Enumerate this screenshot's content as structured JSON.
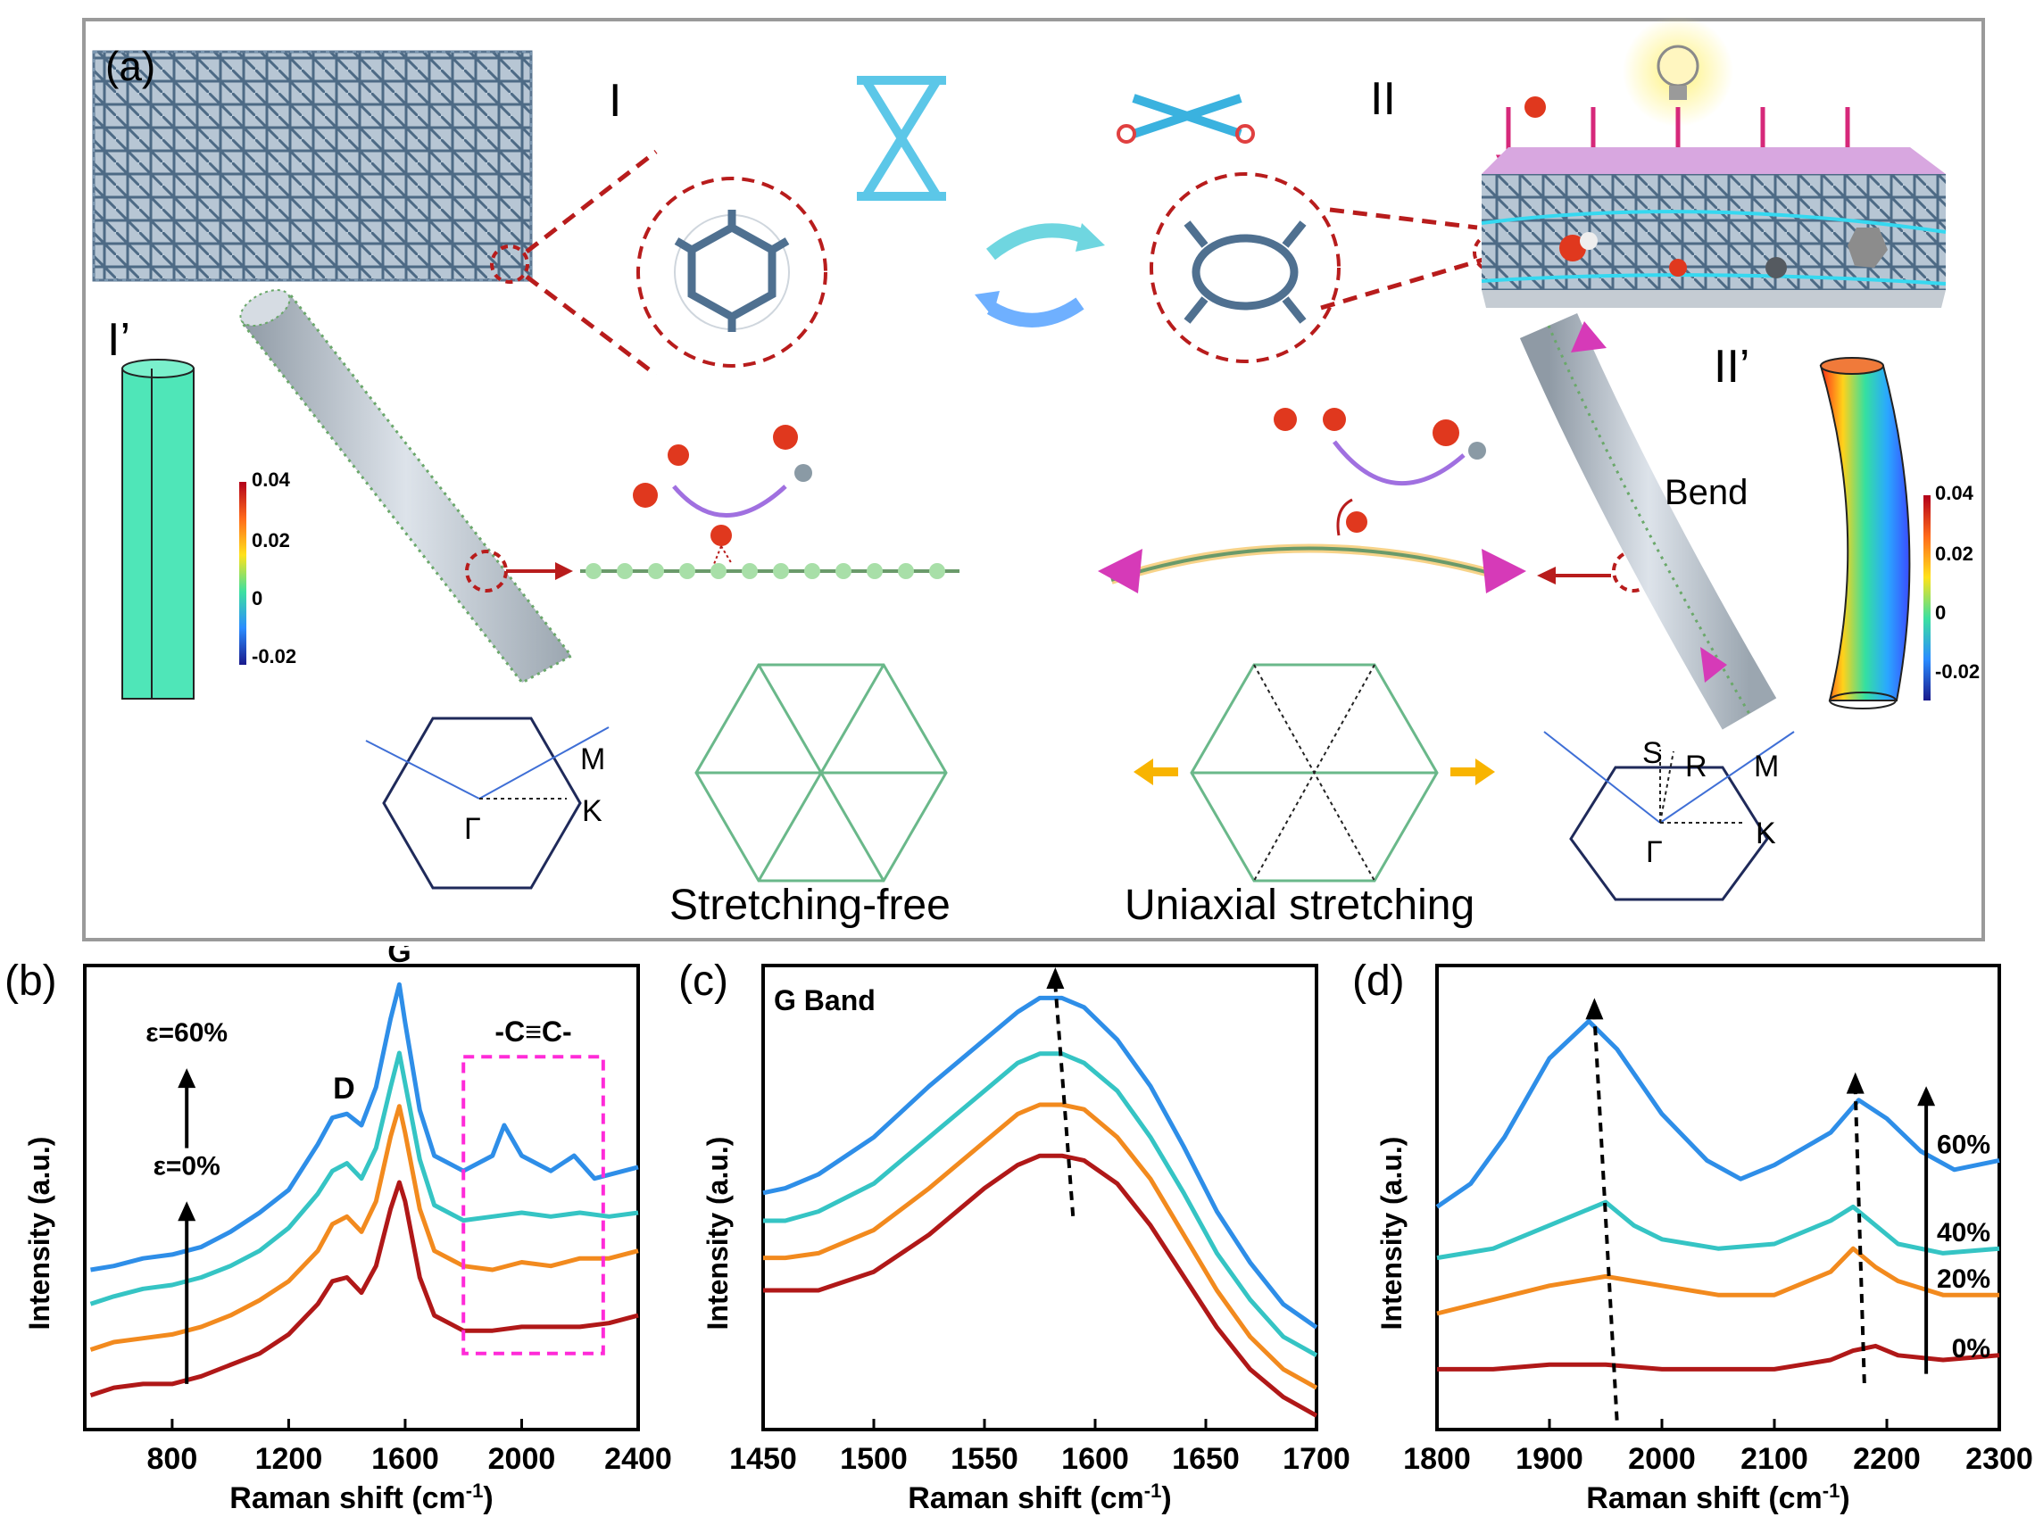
{
  "figure": {
    "panel_a": {
      "label": "(a)",
      "state_1": "I",
      "state_2": "II",
      "state_1p": "I’",
      "state_2p": "II’",
      "bend": "Bend",
      "stretch_free": "Stretching-free",
      "uniaxial": "Uniaxial stretching",
      "colorbar_ticks": [
        "0.04",
        "0.02",
        "0",
        "-0.02"
      ],
      "bz_left": {
        "gamma": "Γ",
        "m": "M",
        "k": "K"
      },
      "bz_right": {
        "gamma": "Γ",
        "m": "M",
        "k": "K",
        "s": "S",
        "r": "R"
      }
    },
    "panels": {
      "b": "(b)",
      "c": "(c)",
      "d": "(d)"
    },
    "colors": {
      "red": "#b01818",
      "orange": "#f28a1e",
      "teal": "#35c4c4",
      "blue": "#2e8ee8",
      "magenta": "#ff2bd8",
      "mint": "#4fe6b8"
    }
  },
  "chart_data": [
    {
      "type": "line",
      "panel": "(b)",
      "xlabel": "Raman shift (cm",
      "xlabel_sup": "-1",
      "xlabel_end": ")",
      "ylabel": "Intensity (a.u.)",
      "xlim": [
        500,
        2400
      ],
      "ylim": [
        0,
        1
      ],
      "xticks": [
        800,
        1200,
        1600,
        2000,
        2400
      ],
      "peak_labels": [
        "D",
        "G"
      ],
      "box_label": "-C≡C-",
      "box_range": [
        1800,
        2280
      ],
      "arrow_label_bottom": "ε=0%",
      "arrow_label_top": "ε=60%",
      "series": [
        {
          "color": "#b01818",
          "x": [
            520,
            600,
            700,
            800,
            900,
            1000,
            1100,
            1200,
            1300,
            1350,
            1400,
            1450,
            1500,
            1550,
            1580,
            1600,
            1650,
            1700,
            1800,
            1900,
            2000,
            2100,
            2200,
            2300,
            2400
          ],
          "y": [
            0.09,
            0.11,
            0.12,
            0.12,
            0.14,
            0.17,
            0.2,
            0.25,
            0.33,
            0.39,
            0.4,
            0.36,
            0.43,
            0.58,
            0.65,
            0.6,
            0.4,
            0.3,
            0.26,
            0.26,
            0.27,
            0.27,
            0.27,
            0.28,
            0.3
          ]
        },
        {
          "color": "#f28a1e",
          "x": [
            520,
            600,
            700,
            800,
            900,
            1000,
            1100,
            1200,
            1300,
            1350,
            1400,
            1450,
            1500,
            1550,
            1580,
            1600,
            1650,
            1700,
            1800,
            1900,
            2000,
            2100,
            2200,
            2300,
            2400
          ],
          "y": [
            0.21,
            0.23,
            0.24,
            0.25,
            0.27,
            0.3,
            0.34,
            0.39,
            0.47,
            0.54,
            0.56,
            0.52,
            0.6,
            0.77,
            0.85,
            0.78,
            0.58,
            0.47,
            0.43,
            0.42,
            0.44,
            0.43,
            0.45,
            0.45,
            0.47
          ]
        },
        {
          "color": "#35c4c4",
          "x": [
            520,
            600,
            700,
            800,
            900,
            1000,
            1100,
            1200,
            1300,
            1350,
            1400,
            1450,
            1500,
            1550,
            1580,
            1600,
            1650,
            1700,
            1800,
            1900,
            2000,
            2100,
            2200,
            2300,
            2400
          ],
          "y": [
            0.33,
            0.35,
            0.37,
            0.38,
            0.4,
            0.43,
            0.47,
            0.53,
            0.62,
            0.68,
            0.7,
            0.66,
            0.74,
            0.9,
            0.99,
            0.91,
            0.71,
            0.59,
            0.55,
            0.56,
            0.57,
            0.56,
            0.57,
            0.56,
            0.57
          ]
        },
        {
          "color": "#2e8ee8",
          "x": [
            520,
            600,
            700,
            800,
            900,
            1000,
            1100,
            1200,
            1300,
            1350,
            1400,
            1450,
            1500,
            1550,
            1580,
            1600,
            1650,
            1700,
            1800,
            1900,
            1940,
            2000,
            2100,
            2180,
            2250,
            2300,
            2400
          ],
          "y": [
            0.42,
            0.43,
            0.45,
            0.46,
            0.48,
            0.52,
            0.57,
            0.63,
            0.75,
            0.82,
            0.83,
            0.8,
            0.9,
            1.08,
            1.17,
            1.07,
            0.84,
            0.72,
            0.68,
            0.72,
            0.8,
            0.72,
            0.68,
            0.72,
            0.66,
            0.67,
            0.69
          ]
        }
      ]
    },
    {
      "type": "line",
      "panel": "(c)",
      "title": "G Band",
      "xlabel": "Raman shift (cm",
      "xlabel_sup": "-1",
      "xlabel_end": ")",
      "ylabel": "Intensity (a.u.)",
      "xlim": [
        1450,
        1700
      ],
      "ylim": [
        0,
        1
      ],
      "xticks": [
        1450,
        1500,
        1550,
        1600,
        1650,
        1700
      ],
      "series": [
        {
          "color": "#b01818",
          "x": [
            1450,
            1460,
            1475,
            1500,
            1525,
            1550,
            1565,
            1575,
            1585,
            1595,
            1610,
            1625,
            1640,
            1655,
            1670,
            1685,
            1700
          ],
          "y": [
            0.3,
            0.3,
            0.3,
            0.34,
            0.42,
            0.52,
            0.57,
            0.59,
            0.59,
            0.58,
            0.53,
            0.44,
            0.33,
            0.22,
            0.13,
            0.07,
            0.03
          ]
        },
        {
          "color": "#f28a1e",
          "x": [
            1450,
            1460,
            1475,
            1500,
            1525,
            1550,
            1565,
            1575,
            1585,
            1595,
            1610,
            1625,
            1640,
            1655,
            1670,
            1685,
            1700
          ],
          "y": [
            0.37,
            0.37,
            0.38,
            0.43,
            0.52,
            0.62,
            0.68,
            0.7,
            0.7,
            0.69,
            0.63,
            0.54,
            0.42,
            0.3,
            0.2,
            0.13,
            0.09
          ]
        },
        {
          "color": "#35c4c4",
          "x": [
            1450,
            1460,
            1475,
            1500,
            1525,
            1550,
            1565,
            1575,
            1585,
            1595,
            1610,
            1625,
            1640,
            1655,
            1670,
            1685,
            1700
          ],
          "y": [
            0.45,
            0.45,
            0.47,
            0.53,
            0.63,
            0.73,
            0.79,
            0.81,
            0.81,
            0.79,
            0.73,
            0.63,
            0.51,
            0.38,
            0.28,
            0.2,
            0.16
          ]
        },
        {
          "color": "#2e8ee8",
          "x": [
            1450,
            1460,
            1475,
            1500,
            1525,
            1550,
            1565,
            1575,
            1585,
            1595,
            1610,
            1625,
            1640,
            1655,
            1670,
            1685,
            1700
          ],
          "y": [
            0.51,
            0.52,
            0.55,
            0.63,
            0.74,
            0.84,
            0.9,
            0.93,
            0.93,
            0.91,
            0.84,
            0.74,
            0.61,
            0.47,
            0.36,
            0.27,
            0.22
          ]
        }
      ]
    },
    {
      "type": "line",
      "panel": "(d)",
      "xlabel": "Raman shift (cm",
      "xlabel_sup": "-1",
      "xlabel_end": ")",
      "ylabel": "Intensity (a.u.)",
      "xlim": [
        1800,
        2300
      ],
      "ylim": [
        0,
        1
      ],
      "xticks": [
        1800,
        1900,
        2000,
        2100,
        2200,
        2300
      ],
      "series": [
        {
          "name": "0%",
          "color": "#b01818",
          "x": [
            1800,
            1850,
            1900,
            1950,
            2000,
            2050,
            2100,
            2150,
            2170,
            2190,
            2210,
            2250,
            2300
          ],
          "y": [
            0.13,
            0.13,
            0.14,
            0.14,
            0.13,
            0.13,
            0.13,
            0.15,
            0.17,
            0.18,
            0.16,
            0.15,
            0.16
          ]
        },
        {
          "name": "20%",
          "color": "#f28a1e",
          "x": [
            1800,
            1850,
            1900,
            1950,
            2000,
            2050,
            2100,
            2150,
            2170,
            2190,
            2210,
            2250,
            2300
          ],
          "y": [
            0.25,
            0.28,
            0.31,
            0.33,
            0.31,
            0.29,
            0.29,
            0.34,
            0.39,
            0.35,
            0.32,
            0.29,
            0.29
          ]
        },
        {
          "name": "40%",
          "color": "#35c4c4",
          "x": [
            1800,
            1850,
            1900,
            1950,
            1975,
            2000,
            2050,
            2100,
            2150,
            2170,
            2190,
            2210,
            2250,
            2300
          ],
          "y": [
            0.37,
            0.39,
            0.44,
            0.49,
            0.44,
            0.41,
            0.39,
            0.4,
            0.45,
            0.48,
            0.44,
            0.4,
            0.38,
            0.39
          ]
        },
        {
          "name": "60%",
          "color": "#2e8ee8",
          "x": [
            1800,
            1830,
            1860,
            1900,
            1935,
            1960,
            2000,
            2040,
            2070,
            2100,
            2150,
            2175,
            2200,
            2230,
            2260,
            2300
          ],
          "y": [
            0.48,
            0.53,
            0.63,
            0.8,
            0.88,
            0.82,
            0.68,
            0.58,
            0.54,
            0.57,
            0.64,
            0.71,
            0.67,
            0.6,
            0.56,
            0.58
          ]
        }
      ]
    }
  ]
}
